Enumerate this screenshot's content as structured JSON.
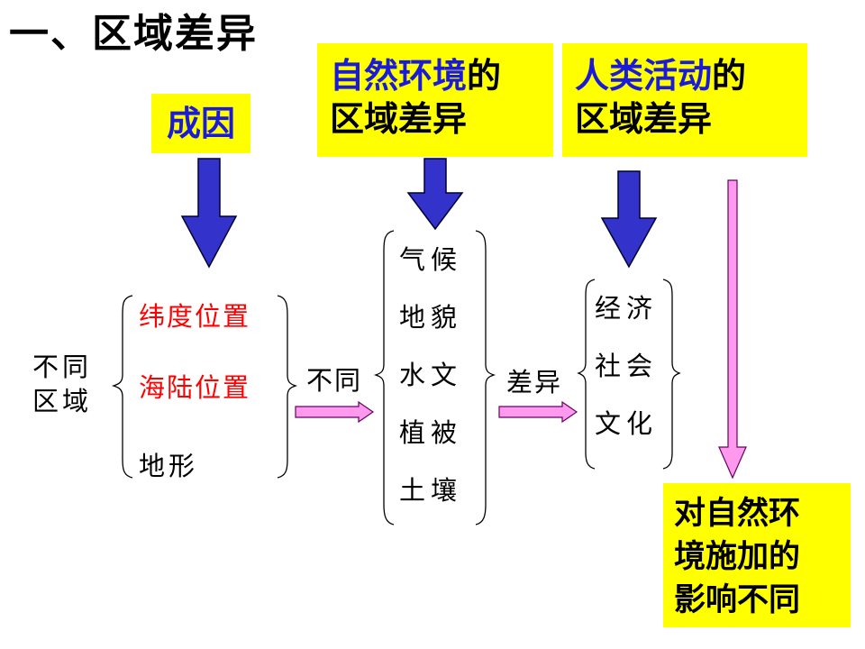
{
  "title": "一、区域差异",
  "boxes": {
    "cause": "成因",
    "natural": {
      "highlight": "自然环境",
      "suffix": "的",
      "line2": "区域差异"
    },
    "human": {
      "highlight": "人类活动",
      "suffix": "的",
      "line2": "区域差异"
    },
    "impact": [
      "对自然环",
      "境施加的",
      "影响不同"
    ]
  },
  "left_group": {
    "line1": "不同",
    "line2": "区域"
  },
  "factors": [
    "纬度位置",
    "海陆位置",
    "地形"
  ],
  "connector1": "不同",
  "natural_elements": [
    "气候",
    "地貌",
    "水文",
    "植被",
    "土壤"
  ],
  "connector2": "差异",
  "human_elements": [
    "经济",
    "社会",
    "文化"
  ],
  "colors": {
    "yellow": "#ffff00",
    "blue_arrow": "#3333cc",
    "pink_arrow": "#ff99ee",
    "blue_text": "#1a1adb",
    "red_text": "#ff0000"
  }
}
